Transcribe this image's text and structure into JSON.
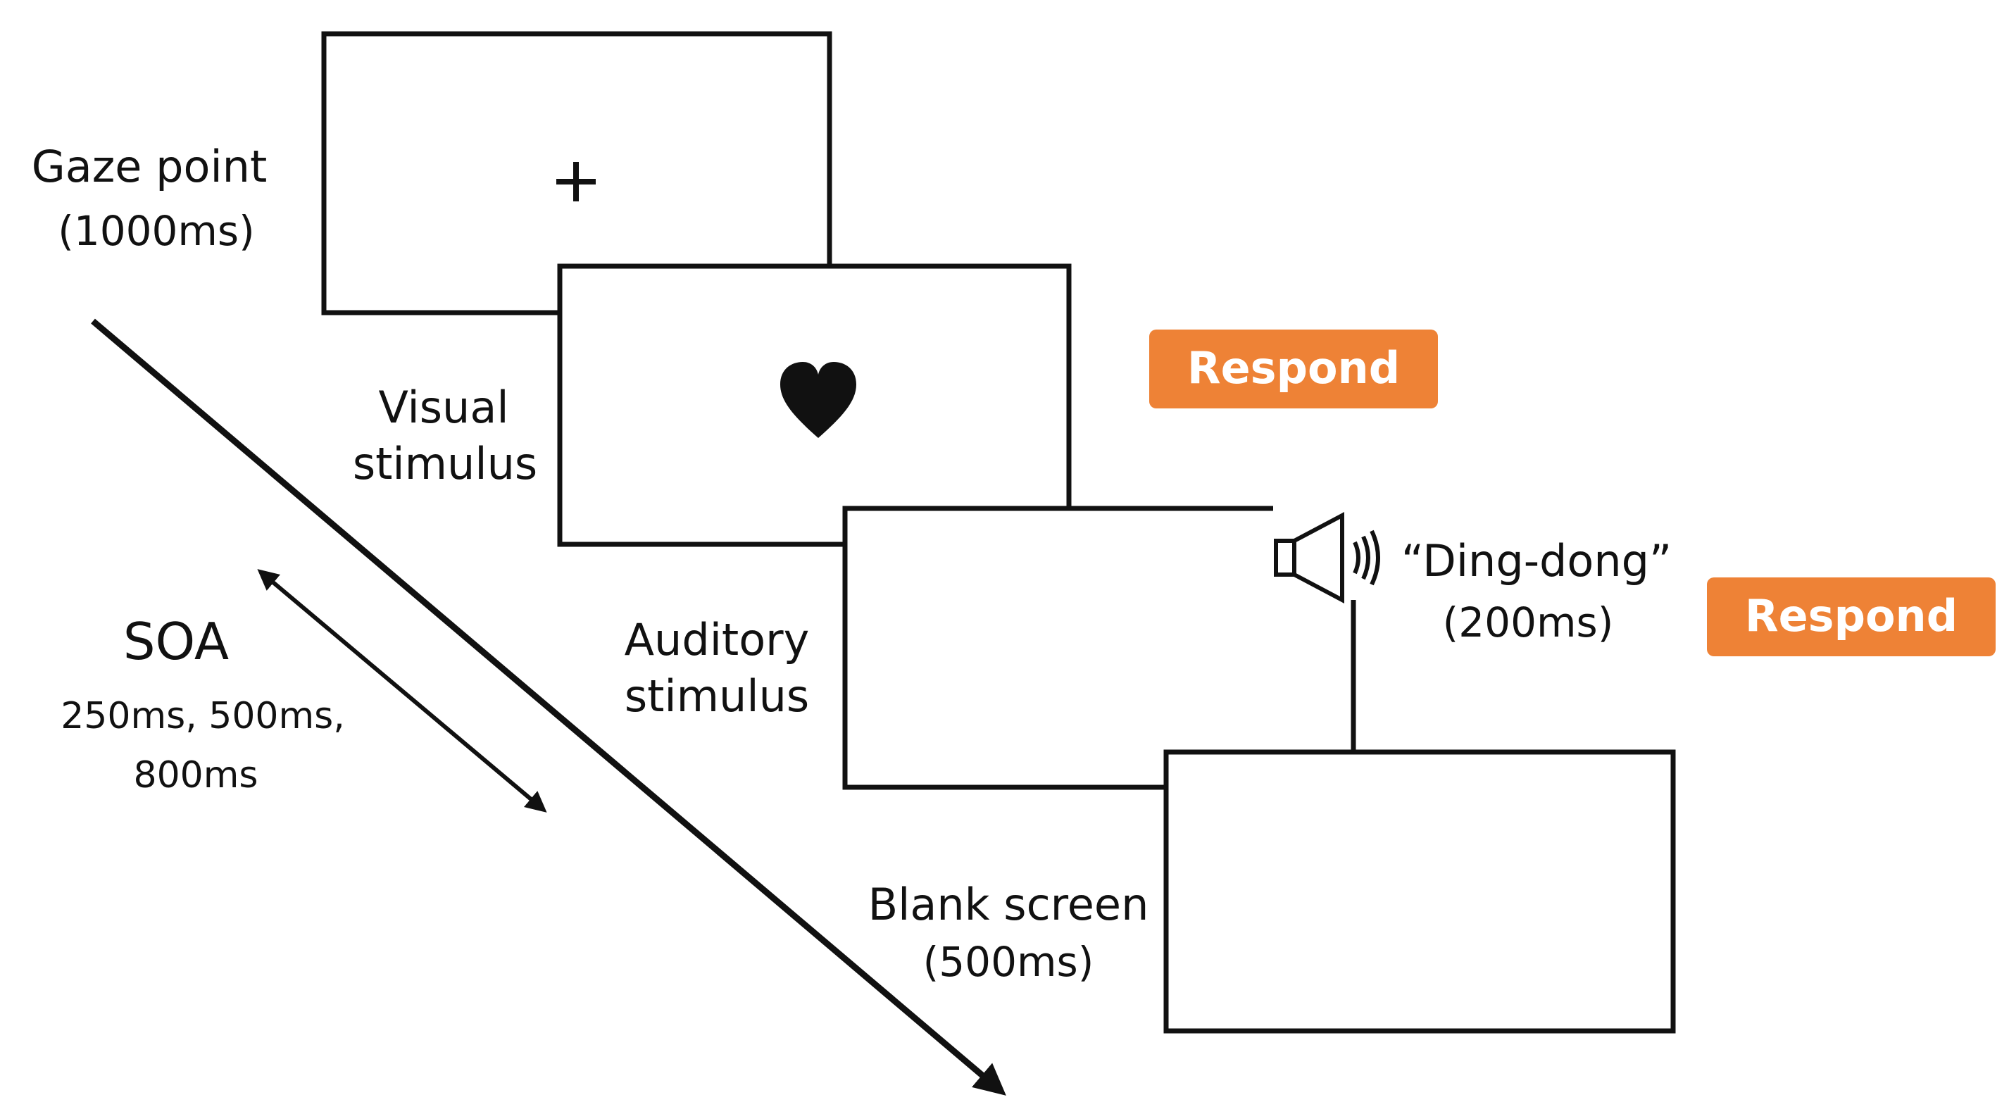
{
  "labels": {
    "gaze": [
      "Gaze point",
      "(1000ms)"
    ],
    "visual": [
      "Visual",
      "stimulus"
    ],
    "auditory": [
      "Auditory",
      "stimulus"
    ],
    "blank": [
      "Blank screen",
      "(500ms)"
    ],
    "soa_title": "SOA",
    "soa_values": [
      "250ms, 500ms,",
      "800ms"
    ],
    "sound": [
      "“Ding-dong”",
      "(200ms)"
    ]
  },
  "buttons": {
    "respond_1": "Respond",
    "respond_2": "Respond"
  },
  "symbols": {
    "fixation": "+",
    "fixation_icon": "fixation-cross-icon",
    "visual_icon": "heart-icon",
    "audio_icon": "speaker-icon"
  },
  "colors": {
    "respond": "#EE8236",
    "line": "#111111"
  }
}
